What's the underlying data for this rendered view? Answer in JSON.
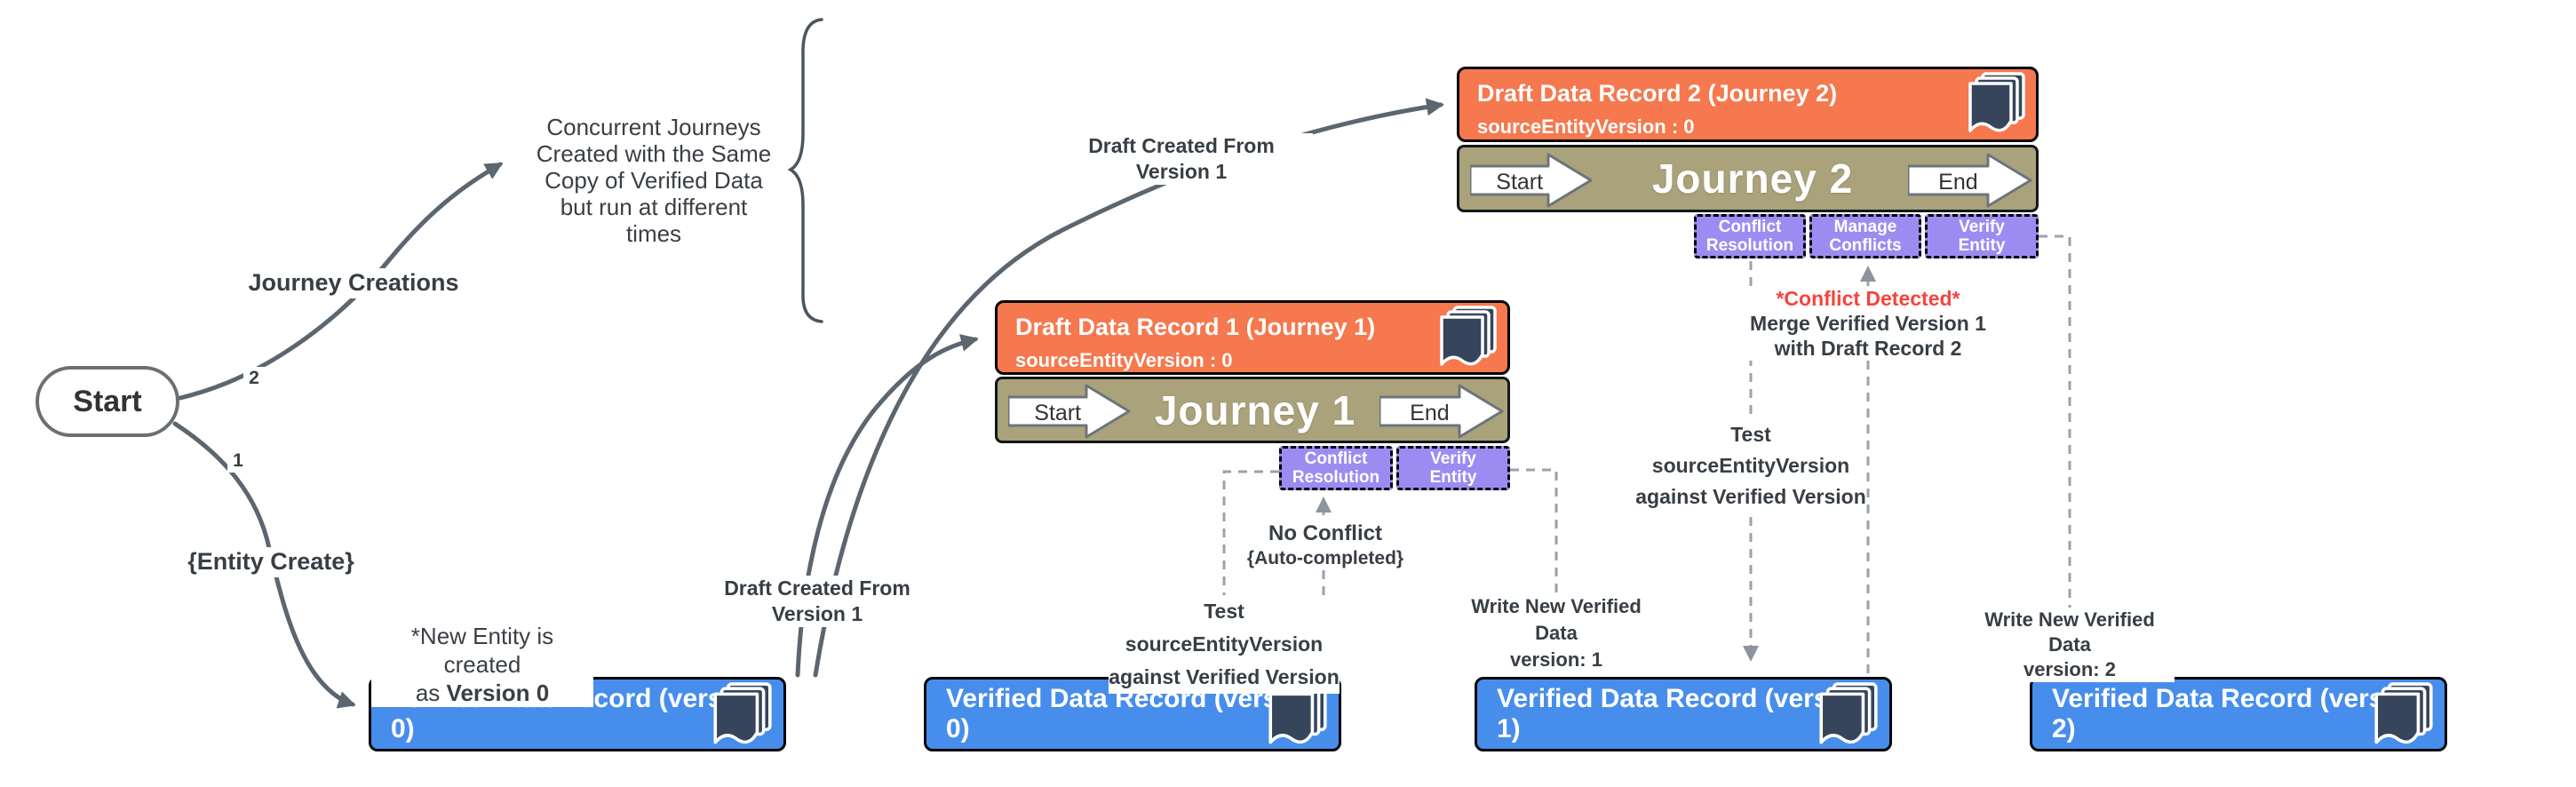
{
  "diagram": {
    "start": {
      "label": "Start"
    },
    "edge_labels": {
      "branch_1_number": "1",
      "branch_2_number": "2",
      "journey_creations": "Journey Creations",
      "entity_create": "{Entity Create}",
      "draft_created_j1": "Draft Created From Version 1",
      "draft_created_j2": "Draft Created From Version 1"
    },
    "annotations": {
      "new_entity_line1": "*New Entity is created",
      "new_entity_line2_normal": "as ",
      "new_entity_line2_bold": "Version 0",
      "concurrent_line1": "Concurrent Journeys",
      "concurrent_line2": "Created with the Same",
      "concurrent_line3": "Copy of Verified Data",
      "concurrent_line4": "but run at different",
      "concurrent_line5": "times"
    },
    "journey1": {
      "draft_record": {
        "title": "Draft Data Record 1 (Journey 1)",
        "attribute": "sourceEntityVersion : 0"
      },
      "start_label": "Start",
      "name": "Journey 1",
      "end_label": "End",
      "steps": [
        {
          "line1": "Conflict",
          "line2": "Resolution"
        },
        {
          "line1": "Verify",
          "line2": "Entity"
        }
      ]
    },
    "journey2": {
      "draft_record": {
        "title": "Draft Data Record 2 (Journey 2)",
        "attribute": "sourceEntityVersion : 0"
      },
      "start_label": "Start",
      "name": "Journey 2",
      "end_label": "End",
      "steps": [
        {
          "line1": "Conflict",
          "line2": "Resolution"
        },
        {
          "line1": "Manage",
          "line2": "Conflicts"
        },
        {
          "line1": "Verify",
          "line2": "Entity"
        }
      ]
    },
    "verified_records": [
      {
        "label": "Verified Data Record (version 0)"
      },
      {
        "label": "Verified Data Record (version 0)"
      },
      {
        "label": "Verified Data Record (version 1)"
      },
      {
        "label": "Verified Data Record (version 2)"
      }
    ],
    "connector_labels": {
      "test_j1": {
        "line1": "Test sourceEntityVersion",
        "line2": "against Verified Version"
      },
      "no_conflict": {
        "line1": "No Conflict",
        "line2": "{Auto-completed}"
      },
      "write_v1": {
        "line1": "Write New Verified Data",
        "line2": "version: 1"
      },
      "test_j2": {
        "line1": "Test sourceEntityVersion",
        "line2": "against Verified Version"
      },
      "conflict": {
        "line1": "*Conflict Detected*",
        "line2": "Merge Verified Version 1",
        "line3": "with Draft Record 2"
      },
      "write_v2": {
        "line1": "Write New Verified Data",
        "line2": "version: 2"
      }
    },
    "colors": {
      "draft_orange": "#F5784E",
      "journey_olive": "#A9A27B",
      "step_purple": "#9C8CF2",
      "verified_blue": "#478EEC",
      "icon_navy": "#36455B",
      "conflict_red": "#F5443C",
      "connector_gray": "#9AA2AB",
      "edge_gray": "#5C6670"
    }
  }
}
